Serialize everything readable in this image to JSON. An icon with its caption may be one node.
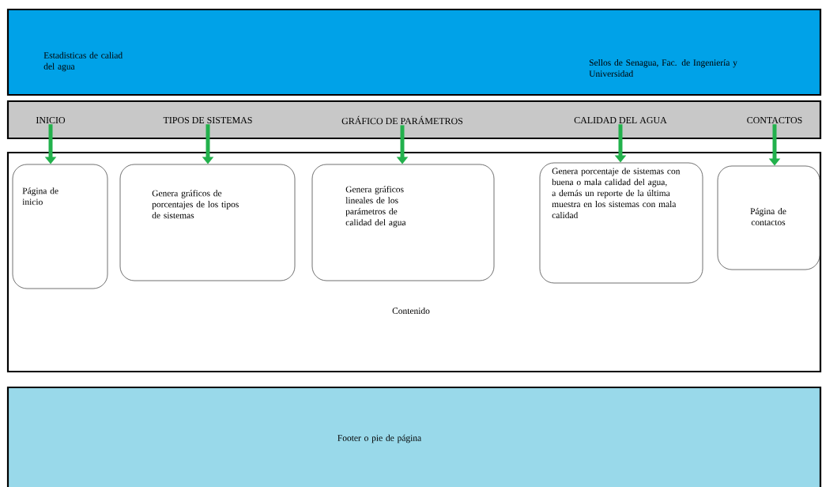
{
  "diagram": {
    "nodes": [
      {
        "text": [
          "Estadisticas de caliad del agua",
          "Sellos de Senagua, Fac. de Ingeniería y Universidad"
        ]
      },
      {
        "text": [],
        "shape": "bar"
      },
      {
        "text": [
          "INICIO"
        ],
        "in": 1
      },
      {
        "text": [
          "TIPOS DE SISTEMAS"
        ],
        "in": 1
      },
      {
        "text": [
          "GRÁFICO DE PARÁMETROS"
        ],
        "in": 1
      },
      {
        "text": [
          "CALIDAD DEL AGUA"
        ],
        "in": 1
      },
      {
        "text": [
          "CONTACTOS"
        ],
        "in": 1
      },
      {
        "text": [
          "Contenido"
        ]
      },
      {
        "text": [
          "Página de inicio"
        ],
        "in": 7
      },
      {
        "text": [
          "Genera gráficos de porcentajes de los tipos de sistemas"
        ],
        "in": 7
      },
      {
        "text": [
          "Genera gráficos lineales de los parámetros de calidad del agua"
        ],
        "in": 7
      },
      {
        "text": [
          "Genera porcentaje de sistemas con buena o mala calidad del agua, a demás un reporte de la última muestra en los sistemas con mala calidad"
        ],
        "in": 7
      },
      {
        "text": [
          "Página de contactos"
        ],
        "in": 7
      },
      {
        "text": [
          "Footer o pie de página"
        ]
      }
    ],
    "edges": [
      {
        "from": 2,
        "to": 8,
        "arrow": "to"
      },
      {
        "from": 3,
        "to": 9,
        "arrow": "to"
      },
      {
        "from": 4,
        "to": 10,
        "arrow": "to"
      },
      {
        "from": 5,
        "to": 11,
        "arrow": "to"
      },
      {
        "from": 6,
        "to": 12,
        "arrow": "to"
      }
    ]
  }
}
